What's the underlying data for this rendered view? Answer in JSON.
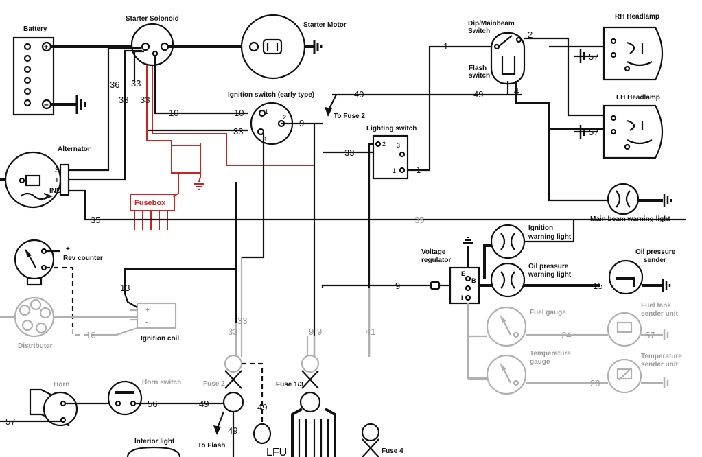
{
  "labels": {
    "battery": "Battery",
    "starter_solenoid": "Starter Solonoid",
    "starter_motor": "Starter Motor",
    "ignition_switch": "Ignition switch (early type)",
    "to_fuse2": "To Fuse 2",
    "lighting_switch": "Lighting switch",
    "dip_switch_1": "Dip/Mainbeam",
    "dip_switch_2": "Switch",
    "flash_switch_1": "Flash",
    "flash_switch_2": "switch",
    "rh_headlamp": "RH Headlamp",
    "lh_headlamp": "LH Headlamp",
    "main_beam": "Main beam warning light",
    "alternator": "Alternator",
    "fusebox": "Fusebox",
    "rev_counter": "Rev counter",
    "distributor": "Distributer",
    "ignition_coil": "Ignition coil",
    "voltage_reg_1": "Voltage",
    "voltage_reg_2": "regulator",
    "ign_warn_1": "Ignition",
    "ign_warn_2": "warning light",
    "oil_warn_1": "Oil pressure",
    "oil_warn_2": "warning light",
    "oil_sender_1": "Oil pressure",
    "oil_sender_2": "sender",
    "fuel_gauge": "Fuel gauge",
    "fuel_sender_1": "Fuel tank",
    "fuel_sender_2": "sender unit",
    "temp_gauge_1": "Temperature",
    "temp_gauge_2": "gauge",
    "temp_sender_1": "Temperature",
    "temp_sender_2": "sender unit",
    "horn": "Horn",
    "horn_switch": "Horn switch",
    "fuse2": "Fuse 2",
    "fuse13": "Fuse 1/3",
    "to_flash": "To Flash",
    "interior_light": "Interior light",
    "fuse4": "Fuse 4",
    "lfu": "LFU"
  },
  "terminals": {
    "alt_s": "S",
    "alt_plus": "+",
    "alt_ind": "IND",
    "vr_e": "E",
    "vr_b": "B",
    "vr_i": "I",
    "ls_2": "2",
    "ls_3": "3",
    "ls_1": "1",
    "is_1": "1",
    "is_2": "2",
    "is_3": "3",
    "rev_plus": "+",
    "coil_plus": "+",
    "coil_minus": "-"
  },
  "wires": {
    "w36": "36",
    "w33a": "33",
    "w33b": "33",
    "w33c": "33",
    "w33d": "33",
    "w33e": "33",
    "w33f": "33",
    "w10a": "10",
    "w10b": "10",
    "w9a": "9",
    "w9b": "9",
    "w9c": "9",
    "w9d": "9",
    "w49a": "49",
    "w49b": "49",
    "w49c": "49",
    "w49d": "49",
    "w1a": "1",
    "w1b": "1",
    "w2": "2",
    "w4": "4",
    "w57a": "57",
    "w57b": "57",
    "w57c": "57",
    "w57d": "57",
    "w35a": "35",
    "w35b": "35",
    "w13": "13",
    "w16": "16",
    "w15": "15",
    "w24": "24",
    "w20": "20",
    "w41": "41",
    "w56": "56"
  },
  "colors": {
    "wire": "#111111",
    "faded": "#b0b0b0",
    "red": "#cc2222"
  }
}
